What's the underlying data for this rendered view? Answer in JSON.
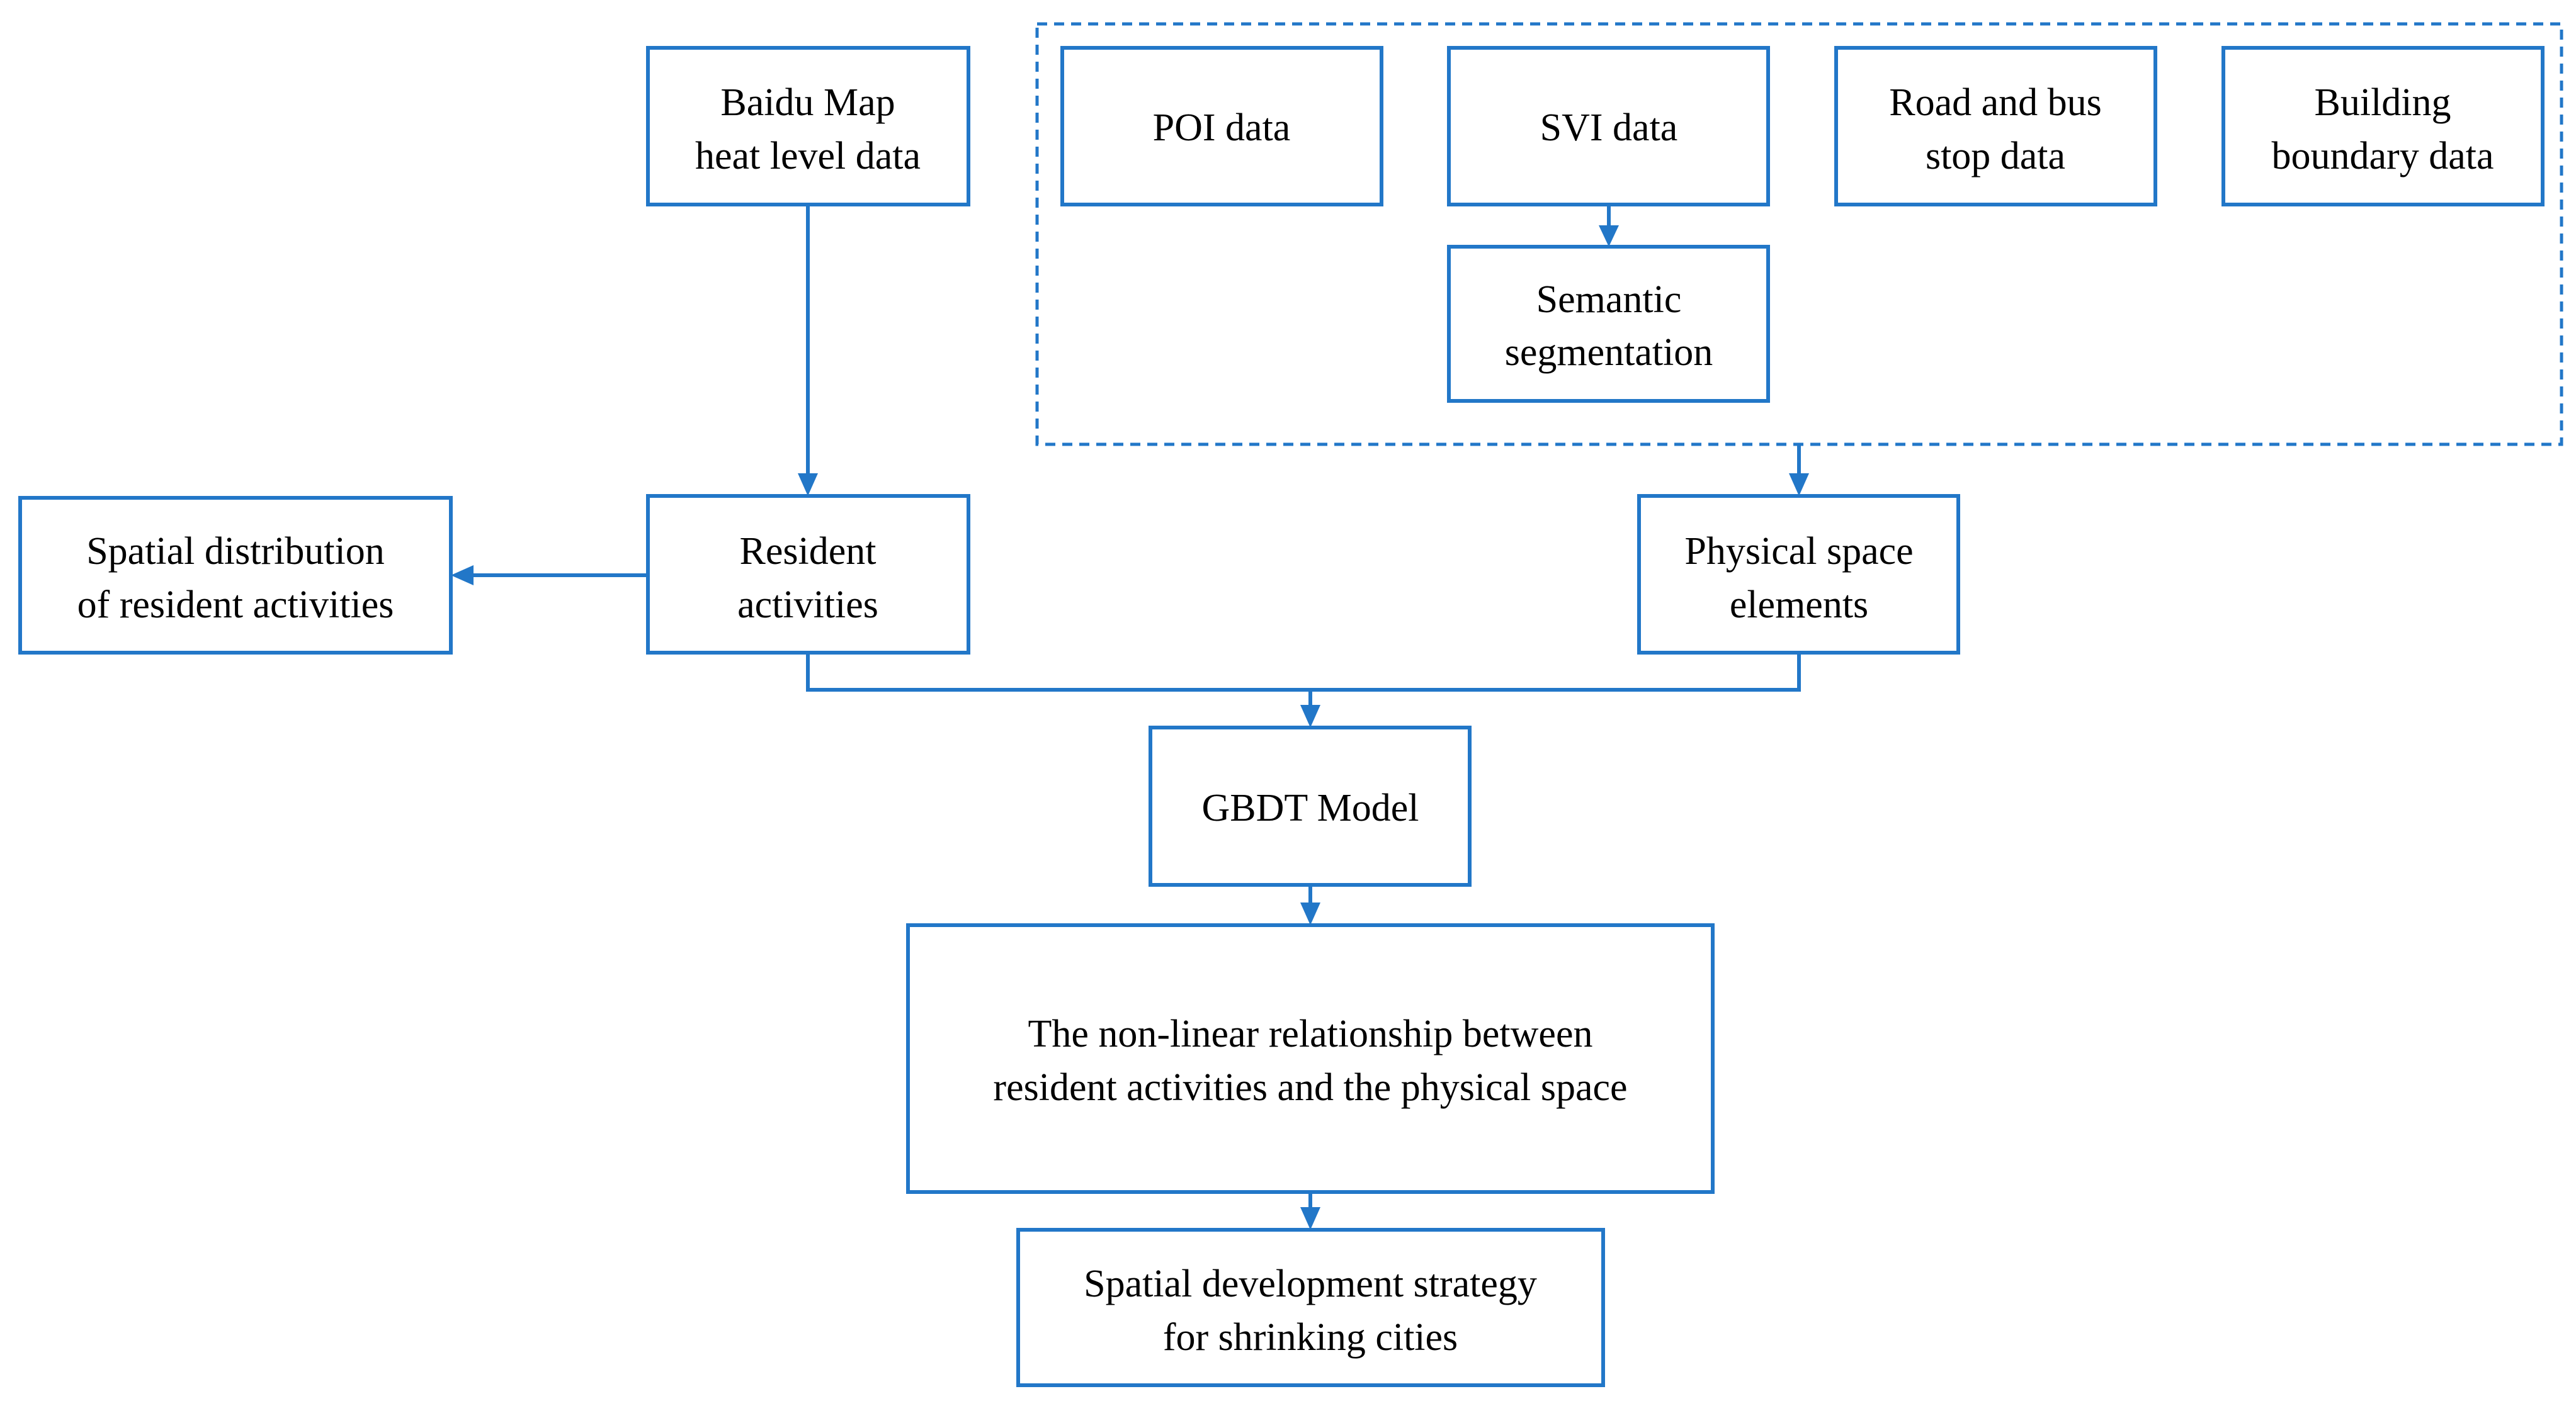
{
  "diagram": {
    "colors": {
      "stroke": "#2277c8",
      "text": "#000000",
      "background": "#ffffff"
    },
    "nodes": {
      "baidu": [
        "Baidu Map",
        "heat level data"
      ],
      "poi": [
        "POI data"
      ],
      "svi": [
        "SVI data"
      ],
      "road": [
        "Road and bus",
        "stop data"
      ],
      "building": [
        "Building",
        "boundary data"
      ],
      "semantic": [
        "Semantic",
        "segmentation"
      ],
      "spatial_dist": [
        "Spatial distribution",
        "of resident activities"
      ],
      "resident": [
        "Resident",
        "activities"
      ],
      "physical": [
        "Physical space",
        "elements"
      ],
      "gbdt": [
        "GBDT Model"
      ],
      "nonlinear": [
        "The non-linear relationship between",
        "resident activities and the physical space"
      ],
      "strategy": [
        "Spatial development strategy",
        "for shrinking cities"
      ]
    },
    "edges": [
      {
        "from": "baidu",
        "to": "resident"
      },
      {
        "from": "svi",
        "to": "semantic"
      },
      {
        "from": "data-group",
        "to": "physical"
      },
      {
        "from": "resident",
        "to": "spatial_dist"
      },
      {
        "from": "resident",
        "to": "gbdt"
      },
      {
        "from": "physical",
        "to": "gbdt"
      },
      {
        "from": "gbdt",
        "to": "nonlinear"
      },
      {
        "from": "nonlinear",
        "to": "strategy"
      }
    ]
  }
}
